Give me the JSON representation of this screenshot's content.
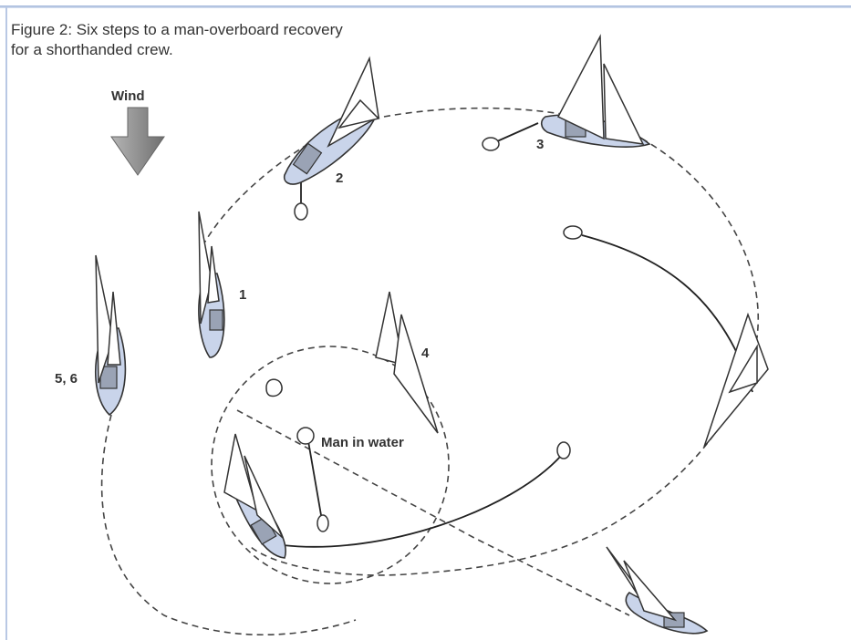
{
  "caption": {
    "line1": "Figure 2: Six steps to a man-overboard recovery",
    "line2": "for a shorthanded crew."
  },
  "wind": {
    "label": "Wind",
    "arrow_color": "#8a8a8a"
  },
  "labels": {
    "step1": "1",
    "step2": "2",
    "step3": "3",
    "step4": "4",
    "step56": "5, 6",
    "man": "Man in water"
  },
  "colors": {
    "hull": "#c9d4ea",
    "deck": "#9aa3b5",
    "line": "#333333"
  }
}
